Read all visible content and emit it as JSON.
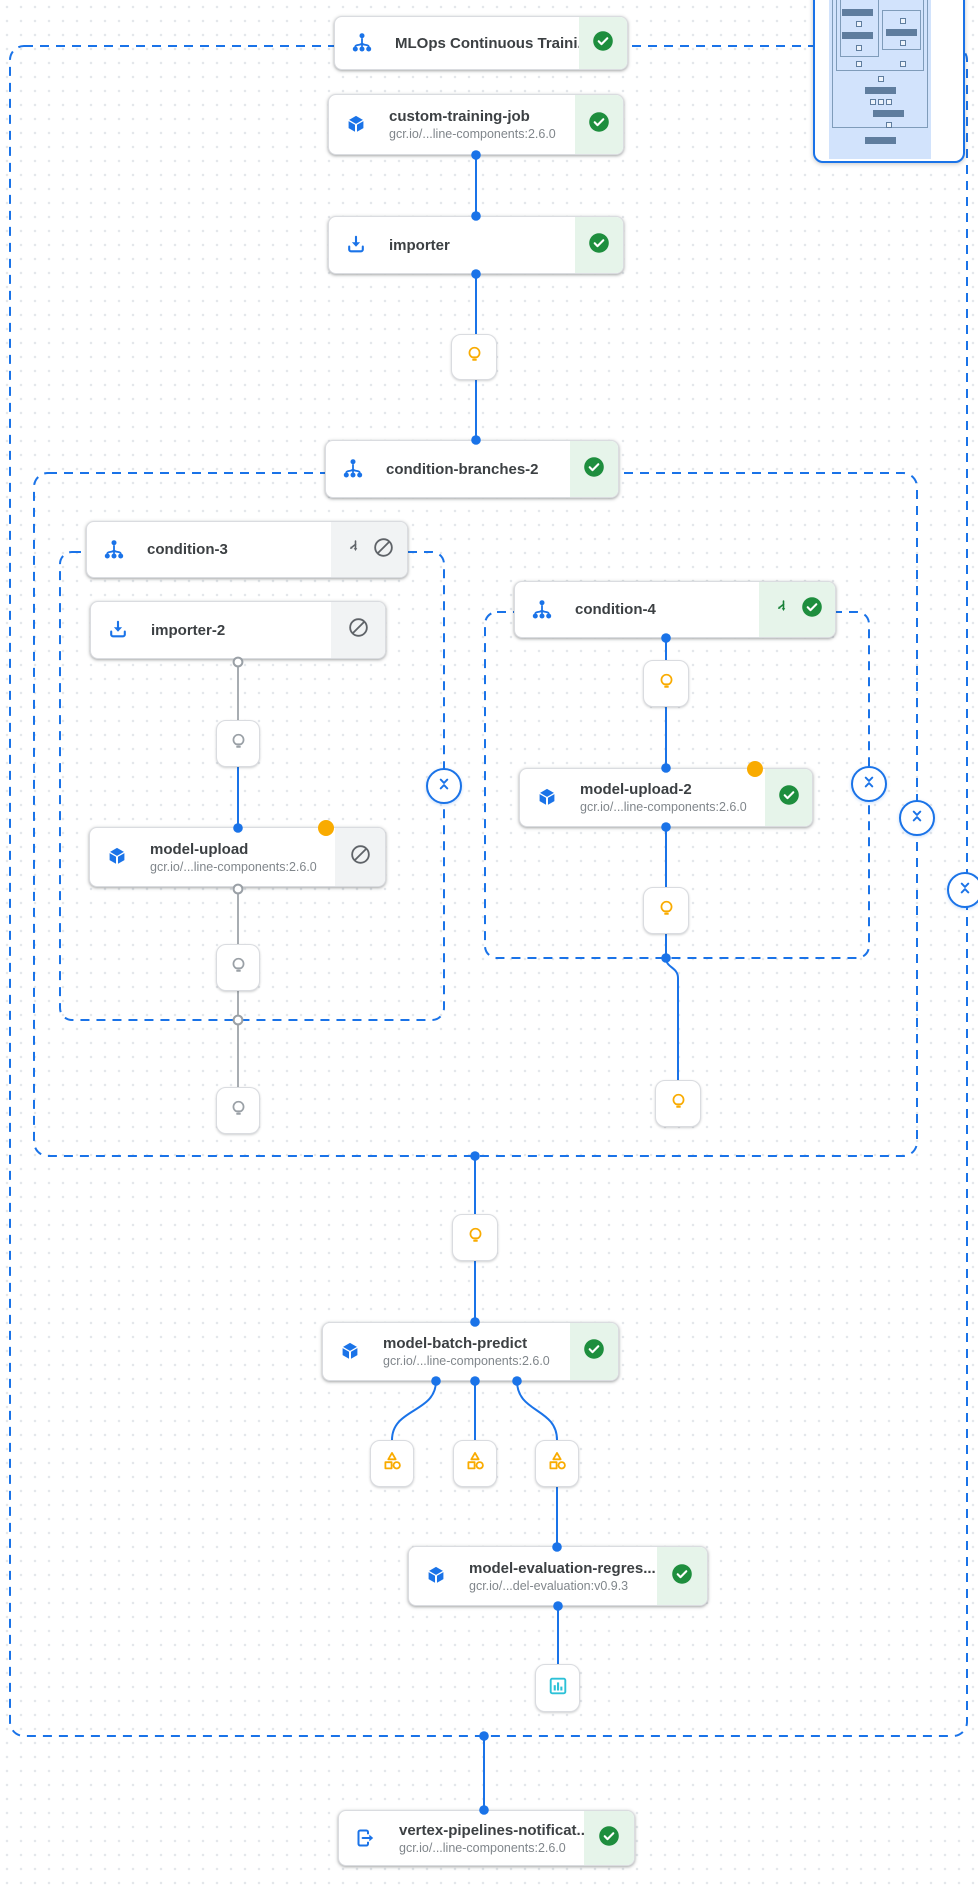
{
  "colors": {
    "accent_blue": "#1a73e8",
    "group_border": "#1a73e8",
    "succeeded_chip_bg": "#e6f4ea",
    "succeeded_green": "#1e8e3e",
    "skipped_chip_bg": "#f1f3f4",
    "skipped_gray": "#5f6368",
    "edge_executed": "#1a73e8",
    "edge_skipped": "#a8adb2",
    "parameter_yellow": "#f9ab00",
    "parameter_gray": "#9aa0a6",
    "metrics_teal": "#2cc1d7",
    "yellow_dot": "#f9ab00"
  },
  "nodes": {
    "mlops": {
      "title": "MLOps Continuous Traini...",
      "icon": "pipeline-tree-icon",
      "status": "succeeded",
      "status_icons": [
        "check-circle-icon"
      ]
    },
    "custom_training_job": {
      "title": "custom-training-job",
      "subtitle": "gcr.io/...line-components:2.6.0",
      "icon": "cube-icon",
      "status": "succeeded",
      "status_icons": [
        "check-circle-icon"
      ]
    },
    "importer": {
      "title": "importer",
      "icon": "import-icon",
      "status": "succeeded",
      "status_icons": [
        "check-circle-icon"
      ]
    },
    "condition_branches_2": {
      "title": "condition-branches-2",
      "icon": "pipeline-tree-icon",
      "status": "succeeded",
      "status_icons": [
        "check-circle-icon"
      ]
    },
    "condition_3": {
      "title": "condition-3",
      "icon": "pipeline-tree-icon",
      "status": "skipped",
      "status_icons": [
        "split-arrow-icon",
        "blocked-icon"
      ]
    },
    "importer_2": {
      "title": "importer-2",
      "icon": "import-icon",
      "status": "skipped",
      "status_icons": [
        "blocked-icon"
      ]
    },
    "model_upload": {
      "title": "model-upload",
      "subtitle": "gcr.io/...line-components:2.6.0",
      "icon": "cube-icon",
      "status": "skipped",
      "status_icons": [
        "blocked-icon"
      ],
      "yellow_dot": true
    },
    "condition_4": {
      "title": "condition-4",
      "icon": "pipeline-tree-icon",
      "status": "succeeded",
      "status_icons": [
        "split-arrow-icon",
        "check-circle-icon"
      ]
    },
    "model_upload_2": {
      "title": "model-upload-2",
      "subtitle": "gcr.io/...line-components:2.6.0",
      "icon": "cube-icon",
      "status": "succeeded",
      "status_icons": [
        "check-circle-icon"
      ],
      "yellow_dot": true
    },
    "model_batch_predict": {
      "title": "model-batch-predict",
      "subtitle": "gcr.io/...line-components:2.6.0",
      "icon": "cube-icon",
      "status": "succeeded",
      "status_icons": [
        "check-circle-icon"
      ]
    },
    "model_evaluation_regression": {
      "title": "model-evaluation-regres...",
      "subtitle": "gcr.io/...del-evaluation:v0.9.3",
      "icon": "cube-icon",
      "status": "succeeded",
      "status_icons": [
        "check-circle-icon"
      ]
    },
    "vertex_pipelines_notification": {
      "title": "vertex-pipelines-notificat...",
      "subtitle": "gcr.io/...line-components:2.6.0",
      "icon": "exit-to-app-icon",
      "status": "succeeded",
      "status_icons": [
        "check-circle-icon"
      ]
    }
  },
  "artifacts": {
    "parameter_nodes": {
      "icon": "lightbulb-icon",
      "executed_color": "#f9ab00",
      "skipped_color": "#9aa0a6",
      "count": 8
    },
    "metric_nodes": {
      "icon": "category-icon",
      "color": "#f9ab00",
      "count": 3
    },
    "metrics_chart_node": {
      "icon": "bar-chart-icon",
      "color": "#2cc1d7",
      "count": 1
    }
  },
  "groups": {
    "pipeline_root": {
      "style": "dashed-blue"
    },
    "condition_branches_2_group": {
      "style": "dashed-blue"
    },
    "condition_3_group": {
      "style": "dashed-blue"
    },
    "condition_4_group": {
      "style": "dashed-blue"
    }
  },
  "edges": [
    [
      "custom-training-job",
      "importer"
    ],
    [
      "importer",
      "parameter-1"
    ],
    [
      "parameter-1",
      "condition-branches-2"
    ],
    [
      "importer-2",
      "parameter-2"
    ],
    [
      "parameter-2",
      "model-upload"
    ],
    [
      "model-upload",
      "parameter-3"
    ],
    [
      "parameter-3",
      "parameter-4"
    ],
    [
      "condition-4",
      "parameter-5"
    ],
    [
      "parameter-5",
      "model-upload-2"
    ],
    [
      "model-upload-2",
      "parameter-6"
    ],
    [
      "parameter-6",
      "parameter-7"
    ],
    [
      "condition-branches-2-group",
      "parameter-8"
    ],
    [
      "parameter-8",
      "model-batch-predict"
    ],
    [
      "model-batch-predict",
      "metrics-1"
    ],
    [
      "model-batch-predict",
      "metrics-2"
    ],
    [
      "model-batch-predict",
      "metrics-3"
    ],
    [
      "metrics-3",
      "model-evaluation-regression"
    ],
    [
      "model-evaluation-regression",
      "metrics-chart"
    ],
    [
      "pipeline-root",
      "vertex-pipelines-notification"
    ]
  ],
  "controls": {
    "collapse_button_icon": "unfold-less-icon",
    "collapse_button_count": 4
  },
  "minimap": {
    "border_color": "#1a73e8",
    "viewport_color": "#d2e3fc",
    "mark_color": "#5f7d9e"
  }
}
